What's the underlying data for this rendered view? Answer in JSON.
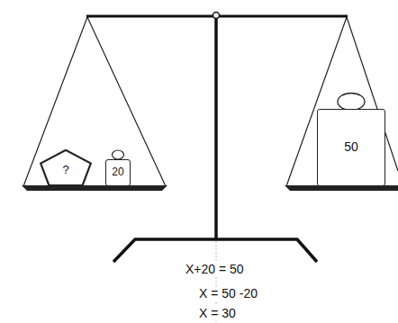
{
  "diagram": {
    "nodes": [
      {
        "text": [
          "?"
        ]
      },
      {
        "text": [
          "20"
        ]
      },
      {
        "text": [
          "50"
        ]
      }
    ],
    "labels": [
      "X+20 = 50",
      "X = 50 -20",
      "X = 30"
    ]
  }
}
